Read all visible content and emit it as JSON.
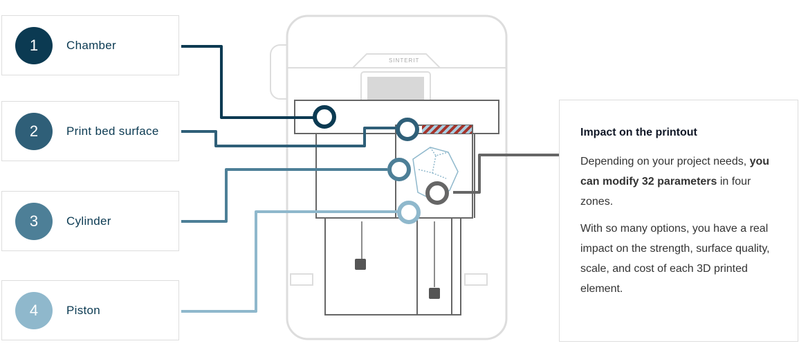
{
  "zones": [
    {
      "number": "1",
      "label": "Chamber",
      "color": "#0b3a52"
    },
    {
      "number": "2",
      "label": "Print bed surface",
      "color": "#2f5f78"
    },
    {
      "number": "3",
      "label": "Cylinder",
      "color": "#4d7f97"
    },
    {
      "number": "4",
      "label": "Piston",
      "color": "#8fb8cc"
    }
  ],
  "printer": {
    "brand": "SINTERIT"
  },
  "info": {
    "title": "Impact on the printout",
    "p1_a": "Depending on your project needs, ",
    "p1_bold": "you can modify 32 parameters",
    "p1_b": " in four zones.",
    "p2": "With so many options, you have a real impact on the strength, surface quality, scale, and cost of each 3D printed element."
  },
  "colors": {
    "connector_gray": "#666666",
    "printer_outline": "#dddddd"
  }
}
